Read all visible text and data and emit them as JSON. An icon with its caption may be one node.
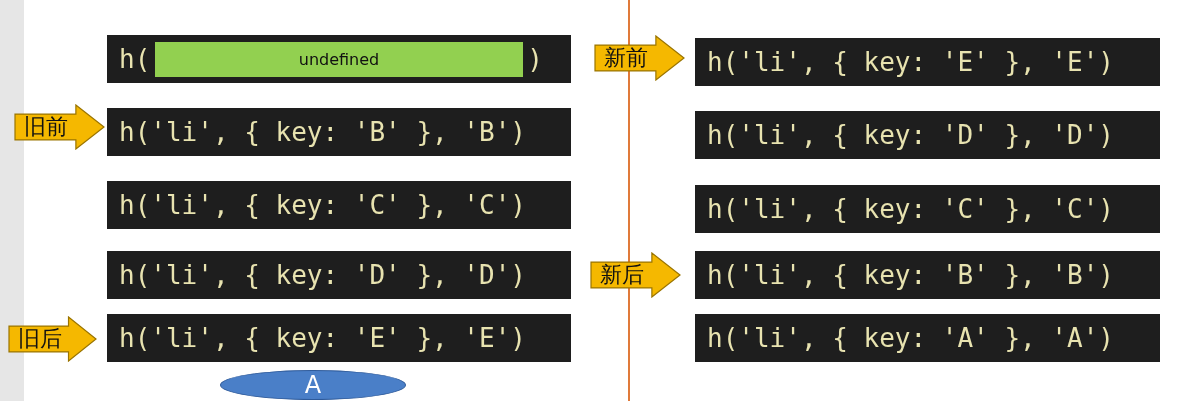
{
  "diagram": {
    "nodes": [
      {
        "text": [
          "h(",
          ")"
        ]
      },
      {
        "text": [
          "undefined"
        ],
        "in": 0
      },
      {
        "text": [
          "新前"
        ]
      },
      {
        "text": [
          "h('li', { key: 'E' }, 'E')"
        ]
      },
      {
        "text": [
          "旧前"
        ]
      },
      {
        "text": [
          "h('li', { key: 'B' }, 'B')"
        ]
      },
      {
        "text": [
          "h('li', { key: 'D' }, 'D')"
        ]
      },
      {
        "text": [
          "h('li', { key: 'C' }, 'C')"
        ]
      },
      {
        "text": [
          "h('li', { key: 'C' }, 'C')"
        ]
      },
      {
        "text": [
          "h('li', { key: 'D' }, 'D')"
        ]
      },
      {
        "text": [
          "新后"
        ]
      },
      {
        "text": [
          "h('li', { key: 'B' }, 'B')"
        ]
      },
      {
        "text": [
          "旧后"
        ]
      },
      {
        "text": [
          "h('li', { key: 'E' }, 'E')"
        ]
      },
      {
        "text": [
          "h('li', { key: 'A' }, 'A')"
        ]
      },
      {
        "text": [
          "A"
        ]
      }
    ]
  }
}
